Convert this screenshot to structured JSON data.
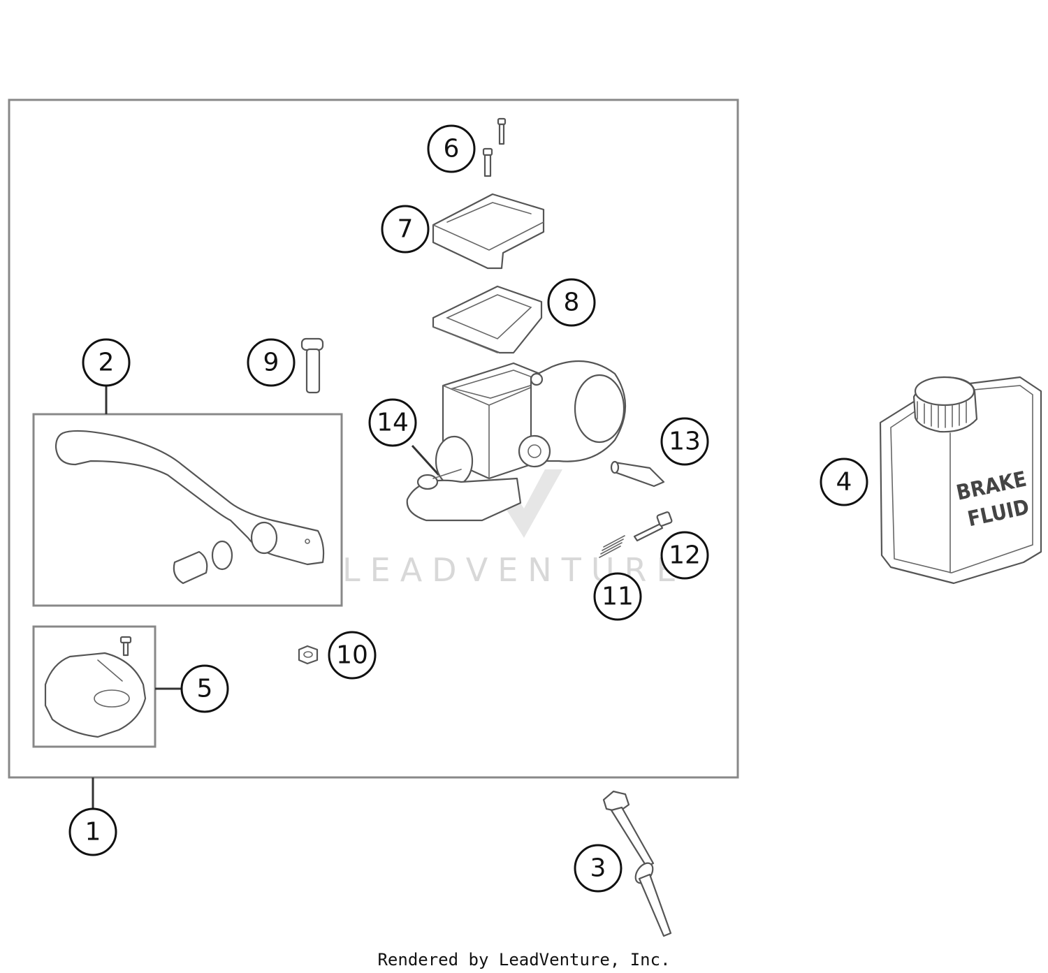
{
  "callouts": [
    {
      "id": "1",
      "label": "1"
    },
    {
      "id": "2",
      "label": "2"
    },
    {
      "id": "3",
      "label": "3"
    },
    {
      "id": "4",
      "label": "4"
    },
    {
      "id": "5",
      "label": "5"
    },
    {
      "id": "6",
      "label": "6"
    },
    {
      "id": "7",
      "label": "7"
    },
    {
      "id": "8",
      "label": "8"
    },
    {
      "id": "9",
      "label": "9"
    },
    {
      "id": "10",
      "label": "10"
    },
    {
      "id": "11",
      "label": "11"
    },
    {
      "id": "12",
      "label": "12"
    },
    {
      "id": "13",
      "label": "13"
    },
    {
      "id": "14",
      "label": "14"
    }
  ],
  "can_label": {
    "line1": "BRAKE",
    "line2": "FLUID"
  },
  "watermark": "LEADVENTURE",
  "footer": "Rendered by LeadVenture, Inc."
}
